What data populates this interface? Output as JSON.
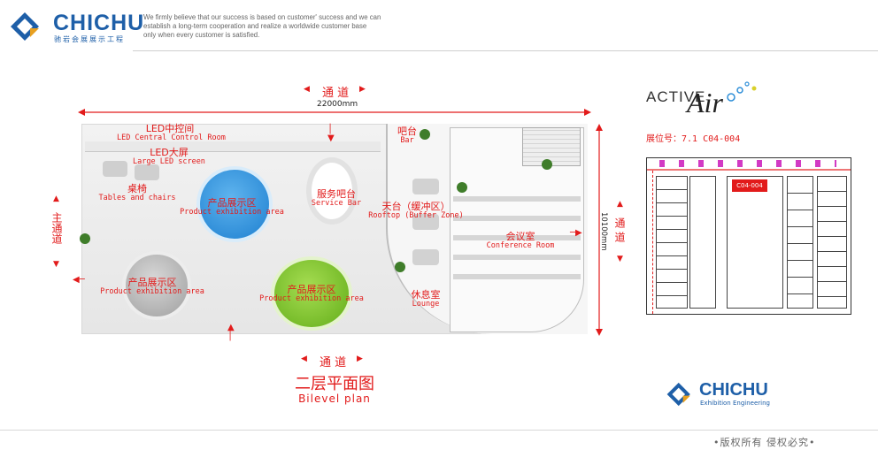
{
  "header": {
    "brand": "CHICHU",
    "brand_sub": "驰岩会展展示工程",
    "tagline": [
      "We firmly believe that our success is based on customer' success and we can",
      "establish a long-term cooperation and realize a worldwide customer base",
      "only when every customer is satisfied."
    ]
  },
  "plan": {
    "top_aisle": "通 道",
    "width_dim": "22000mm",
    "height_dim": "10100mm",
    "left_aisle": "主通道",
    "right_aisle": "通 道",
    "bottom_aisle": "通 道",
    "title_cn": "二层平面图",
    "title_en": "Bilevel plan",
    "zones": [
      {
        "cn": "LED中控间",
        "en": "LED Central Control Room"
      },
      {
        "cn": "LED大屏",
        "en": "Large LED screen"
      },
      {
        "cn": "桌椅",
        "en": "Tables and chairs"
      },
      {
        "cn": "产品展示区",
        "en": "Product exhibition area"
      },
      {
        "cn": "服务吧台",
        "en": "Service Bar"
      },
      {
        "cn": "吧台",
        "en": "Bar"
      },
      {
        "cn": "天台（缓冲区）",
        "en": "Rooftop (Buffer Zone)"
      },
      {
        "cn": "会议室",
        "en": "Conference Room"
      },
      {
        "cn": "产品展示区",
        "en": "Product exhibition area"
      },
      {
        "cn": "产品展示区",
        "en": "Product exhibition area"
      },
      {
        "cn": "休息室",
        "en": "Lounge"
      }
    ]
  },
  "brand_panel": {
    "logo_text": "ACTIVE",
    "logo_script": "Air",
    "booth_label": "展位号：7.1 C04-004",
    "map_highlight": "C04-004"
  },
  "footer": {
    "brand": "CHICHU",
    "brand_sub": "Exhibition Engineering",
    "copyright": "•版权所有  侵权必究•"
  },
  "colors": {
    "brand_blue": "#1e5fa8",
    "brand_orange": "#e8a020",
    "label_red": "#e21b1b",
    "booth_blue": "#2f8fd8",
    "booth_green": "#7cc22a",
    "booth_gray": "#9a9a9a"
  }
}
